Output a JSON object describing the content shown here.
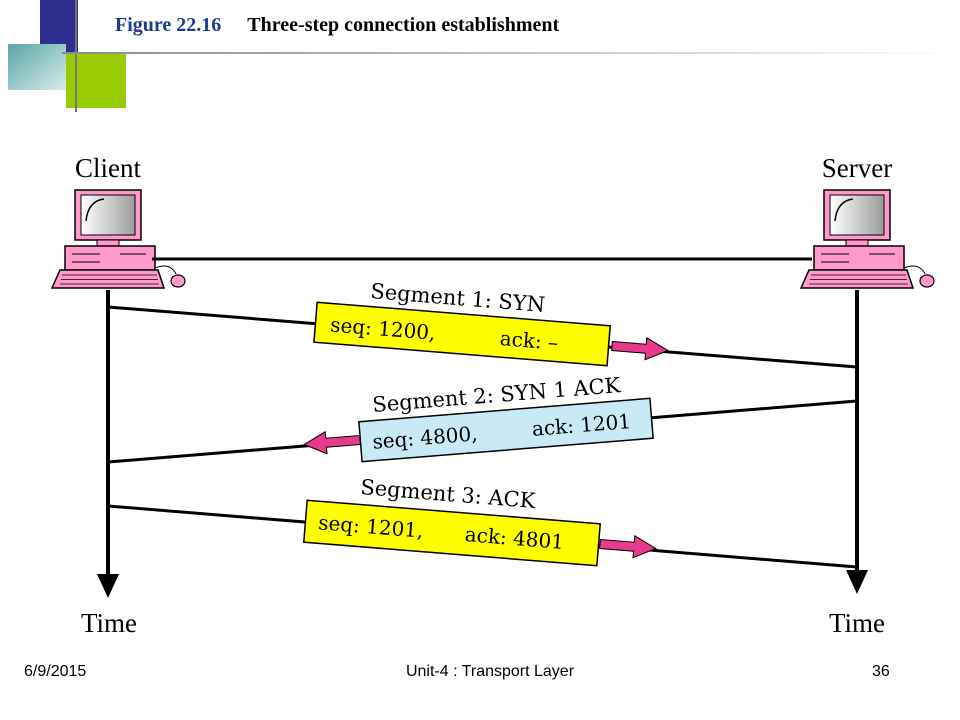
{
  "header": {
    "figure_number": "Figure 22.16",
    "figure_title": "Three-step connection establishment"
  },
  "hosts": {
    "left": "Client",
    "right": "Server"
  },
  "time_labels": {
    "left": "Time",
    "right": "Time"
  },
  "segments": [
    {
      "label": "Segment 1: SYN",
      "seq": "seq: 1200,",
      "ack": "ack: –",
      "direction": "client-to-server",
      "color": "#ffff00"
    },
    {
      "label": "Segment 2: SYN 1 ACK",
      "seq": "seq: 4800,",
      "ack": "ack: 1201",
      "direction": "server-to-client",
      "color": "#c9eaf5"
    },
    {
      "label": "Segment 3: ACK",
      "seq": "seq: 1201,",
      "ack": "ack: 4801",
      "direction": "client-to-server",
      "color": "#ffff00"
    }
  ],
  "arrow_color": "#e63b8a",
  "footer": {
    "date": "6/9/2015",
    "center": "Unit-4 : Transport Layer",
    "page": "36"
  }
}
